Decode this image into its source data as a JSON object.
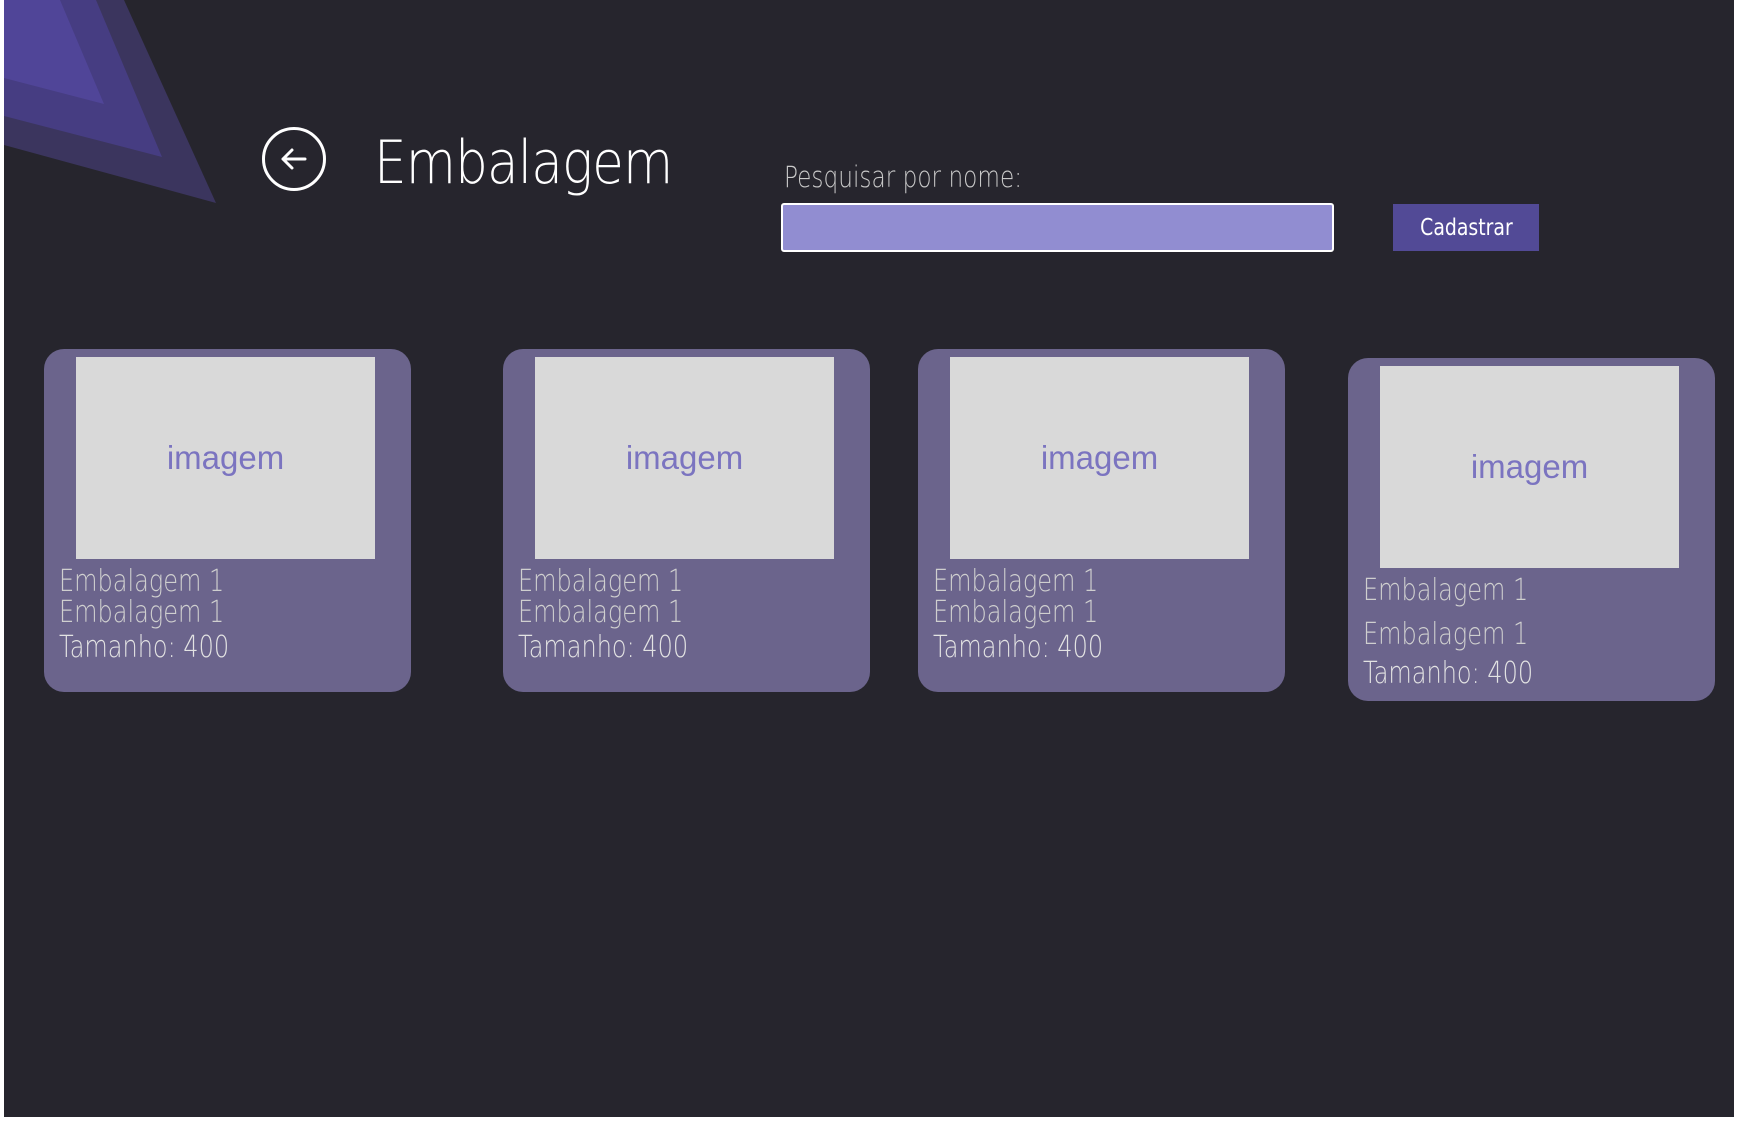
{
  "header": {
    "title": "Embalagem",
    "back_icon": "arrow-left-icon"
  },
  "search": {
    "label": "Pesquisar por nome:",
    "value": "",
    "placeholder": ""
  },
  "actions": {
    "register_label": "Cadastrar"
  },
  "colors": {
    "background": "#26252d",
    "accent": "#524a96",
    "input_fill": "#918dd1",
    "card": "#6b648c",
    "image_placeholder": "#d9d9d9"
  },
  "cards": [
    {
      "image_label": "imagem",
      "line1": "Embalagem 1",
      "line2": "Embalagem 1",
      "line3": "Tamanho: 400"
    },
    {
      "image_label": "imagem",
      "line1": "Embalagem 1",
      "line2": "Embalagem 1",
      "line3": "Tamanho: 400"
    },
    {
      "image_label": "imagem",
      "line1": "Embalagem 1",
      "line2": "Embalagem 1",
      "line3": "Tamanho: 400"
    },
    {
      "image_label": "imagem",
      "line1": "Embalagem 1",
      "line2": "Embalagem 1",
      "line3": "Tamanho: 400"
    }
  ]
}
